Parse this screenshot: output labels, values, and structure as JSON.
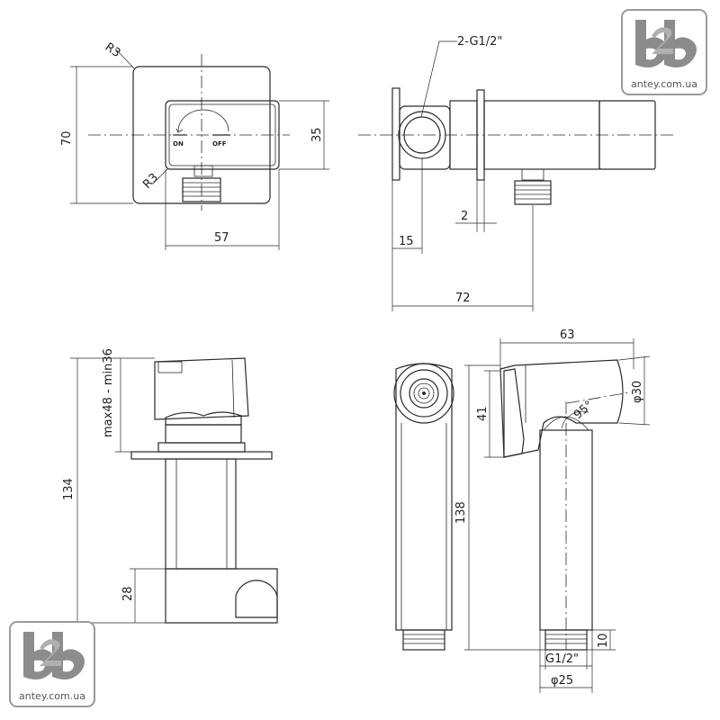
{
  "dimensions": {
    "r3_top": "R3",
    "h70": "70",
    "h35": "35",
    "r3_bottom": "R3",
    "w57": "57",
    "thread_top": "2-G1/2\"",
    "w2": "2",
    "w15": "15",
    "w72": "72",
    "range": "max48 - min36",
    "h134": "134",
    "h28": "28",
    "w63": "63",
    "h41": "41",
    "d30": "φ30",
    "angle": "95°",
    "h138": "138",
    "h10": "10",
    "thread_bottom": "G1/2\"",
    "d25": "φ25"
  },
  "labels": {
    "on": "ON",
    "off": "OFF"
  },
  "watermark": {
    "url": "antey.com.ua"
  }
}
